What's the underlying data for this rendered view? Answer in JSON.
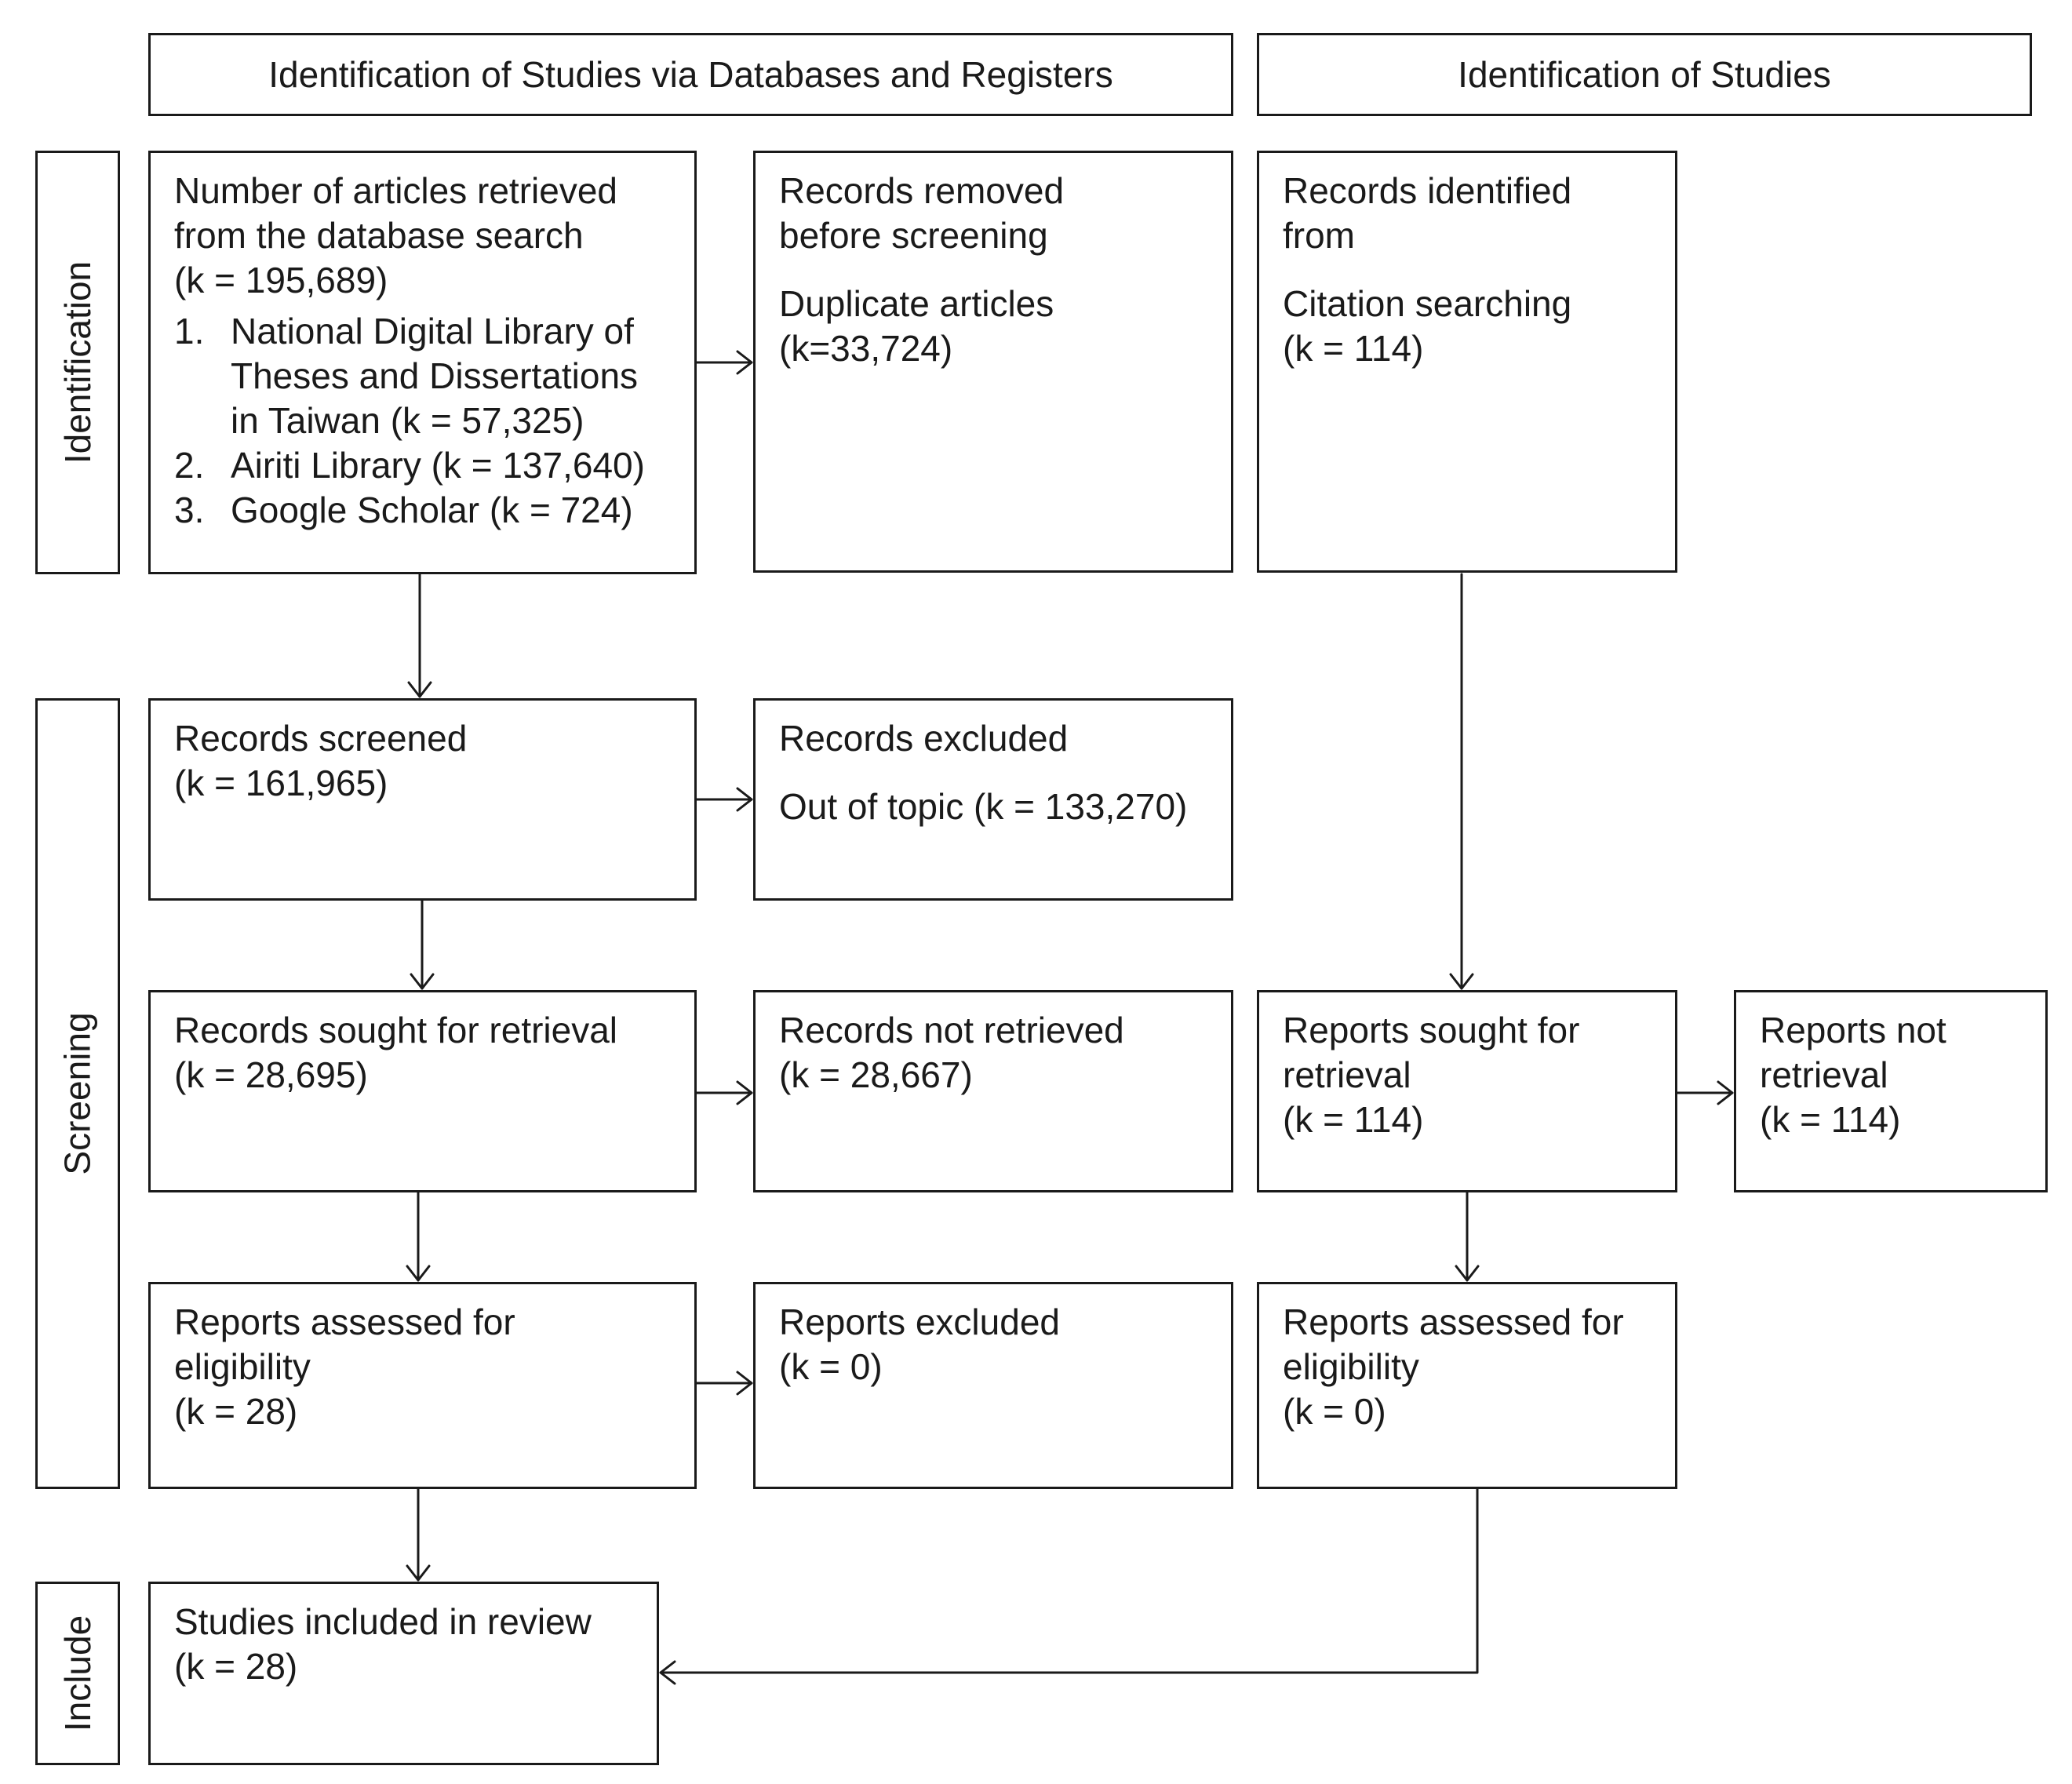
{
  "headers": {
    "databases": "Identification of Studies via Databases and Registers",
    "other": "Identification of Studies"
  },
  "sides": {
    "identification": "Identification",
    "screening": "Screening",
    "include": "Include"
  },
  "nodes": {
    "retrieved": {
      "lines": [
        "Number of articles retrieved",
        "from the database search",
        "(k = 195,689)"
      ],
      "items": [
        {
          "num": "1.",
          "lines": [
            "National Digital Library of",
            "Theses and Dissertations",
            "in Taiwan (k = 57,325)"
          ]
        },
        {
          "num": "2.",
          "lines": [
            "Airiti Library (k = 137,640)"
          ]
        },
        {
          "num": "3.",
          "lines": [
            "Google Scholar (k = 724)"
          ]
        }
      ]
    },
    "removed": {
      "lines": [
        "Records removed",
        "before screening"
      ],
      "sub": [
        "Duplicate articles",
        "(k=33,724)"
      ]
    },
    "identified_other": {
      "lines": [
        "Records identified",
        "from"
      ],
      "sub": [
        "Citation searching",
        "(k = 114)"
      ]
    },
    "screened": {
      "lines": [
        "Records screened",
        "(k = 161,965)"
      ]
    },
    "excluded": {
      "lines": [
        "Records excluded"
      ],
      "sub": [
        "Out of topic (k = 133,270)"
      ]
    },
    "sought": {
      "lines": [
        "Records sought for retrieval",
        "(k = 28,695)"
      ]
    },
    "not_retrieved": {
      "lines": [
        "Records not retrieved",
        "(k = 28,667)"
      ]
    },
    "reports_sought": {
      "lines": [
        "Reports sought for",
        "retrieval",
        "(k = 114)"
      ]
    },
    "reports_not": {
      "lines": [
        "Reports not",
        "retrieval",
        "(k = 114)"
      ]
    },
    "assessed": {
      "lines": [
        "Reports assessed for",
        "eligibility",
        "(k = 28)"
      ]
    },
    "reports_excluded": {
      "lines": [
        "Reports excluded",
        "(k = 0)"
      ]
    },
    "assessed_other": {
      "lines": [
        "Reports assessed for",
        "eligibility",
        "(k = 0)"
      ]
    },
    "included": {
      "lines": [
        "Studies included in review",
        "(k = 28)"
      ]
    }
  }
}
